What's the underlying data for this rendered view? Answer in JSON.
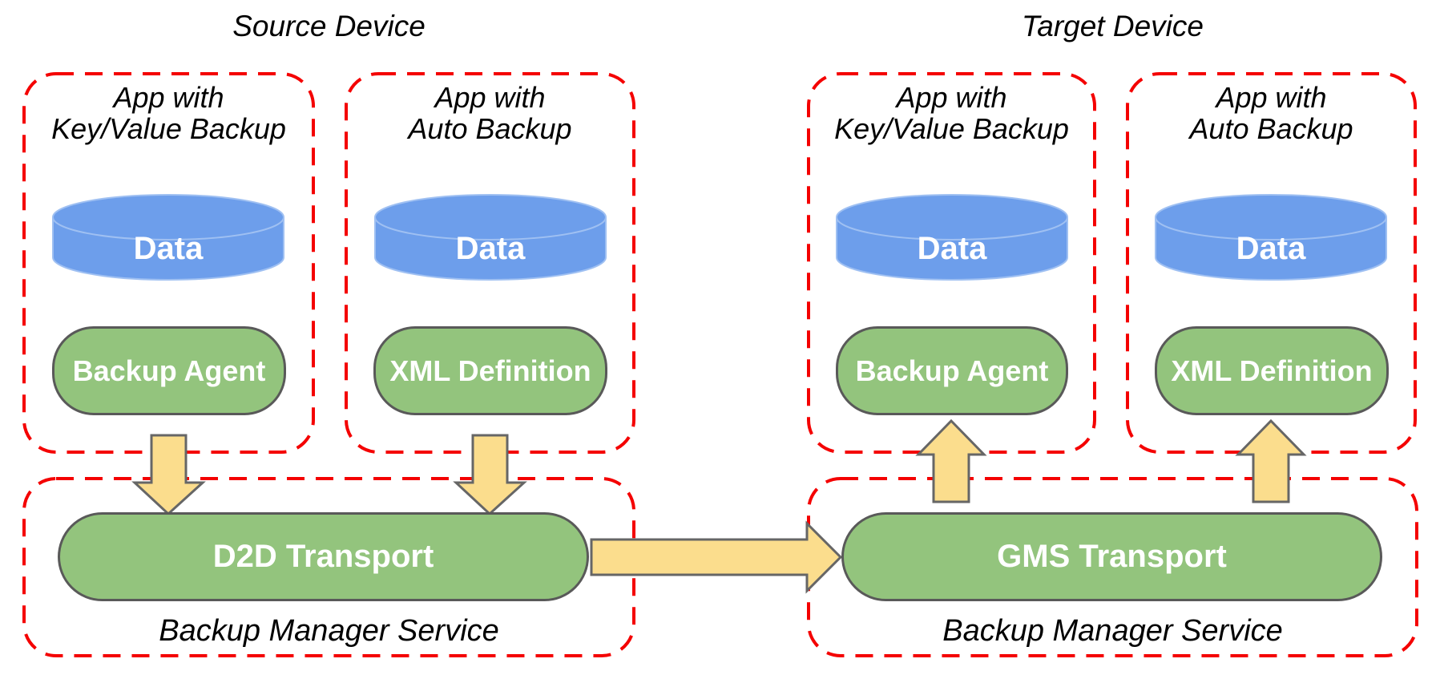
{
  "colors": {
    "boundary-red": "#F40000",
    "shape-green": "#93C47D",
    "shape-border": "#595959",
    "cylinder-blue": "#6D9EEB",
    "cylinder-blue-light": "#9FC0F2",
    "arrow-yellow": "#FBDD8D",
    "arrow-border": "#666666",
    "text-black": "#000000",
    "text-white": "#FFFFFF"
  },
  "source_device": {
    "title": "Source Device",
    "keyvalue_app": {
      "line1": "App with",
      "line2": "Key/Value Backup",
      "data_store": "Data",
      "component": "Backup Agent"
    },
    "auto_app": {
      "line1": "App with",
      "line2": "Auto Backup",
      "data_store": "Data",
      "component": "XML Definition"
    },
    "service": {
      "transport": "D2D Transport",
      "label": "Backup Manager Service"
    }
  },
  "target_device": {
    "title": "Target Device",
    "keyvalue_app": {
      "line1": "App with",
      "line2": "Key/Value Backup",
      "data_store": "Data",
      "component": "Backup Agent"
    },
    "auto_app": {
      "line1": "App with",
      "line2": "Auto Backup",
      "data_store": "Data",
      "component": "XML Definition"
    },
    "service": {
      "transport": "GMS Transport",
      "label": "Backup Manager Service"
    }
  },
  "connections": [
    {
      "from": "Backup Agent",
      "to": "D2D Transport",
      "direction": "down"
    },
    {
      "from": "XML Definition",
      "to": "D2D Transport",
      "direction": "down"
    },
    {
      "from": "D2D Transport",
      "to": "GMS Transport",
      "direction": "right"
    },
    {
      "from": "GMS Transport",
      "to": "Backup Agent",
      "direction": "up"
    },
    {
      "from": "GMS Transport",
      "to": "XML Definition",
      "direction": "up"
    }
  ]
}
